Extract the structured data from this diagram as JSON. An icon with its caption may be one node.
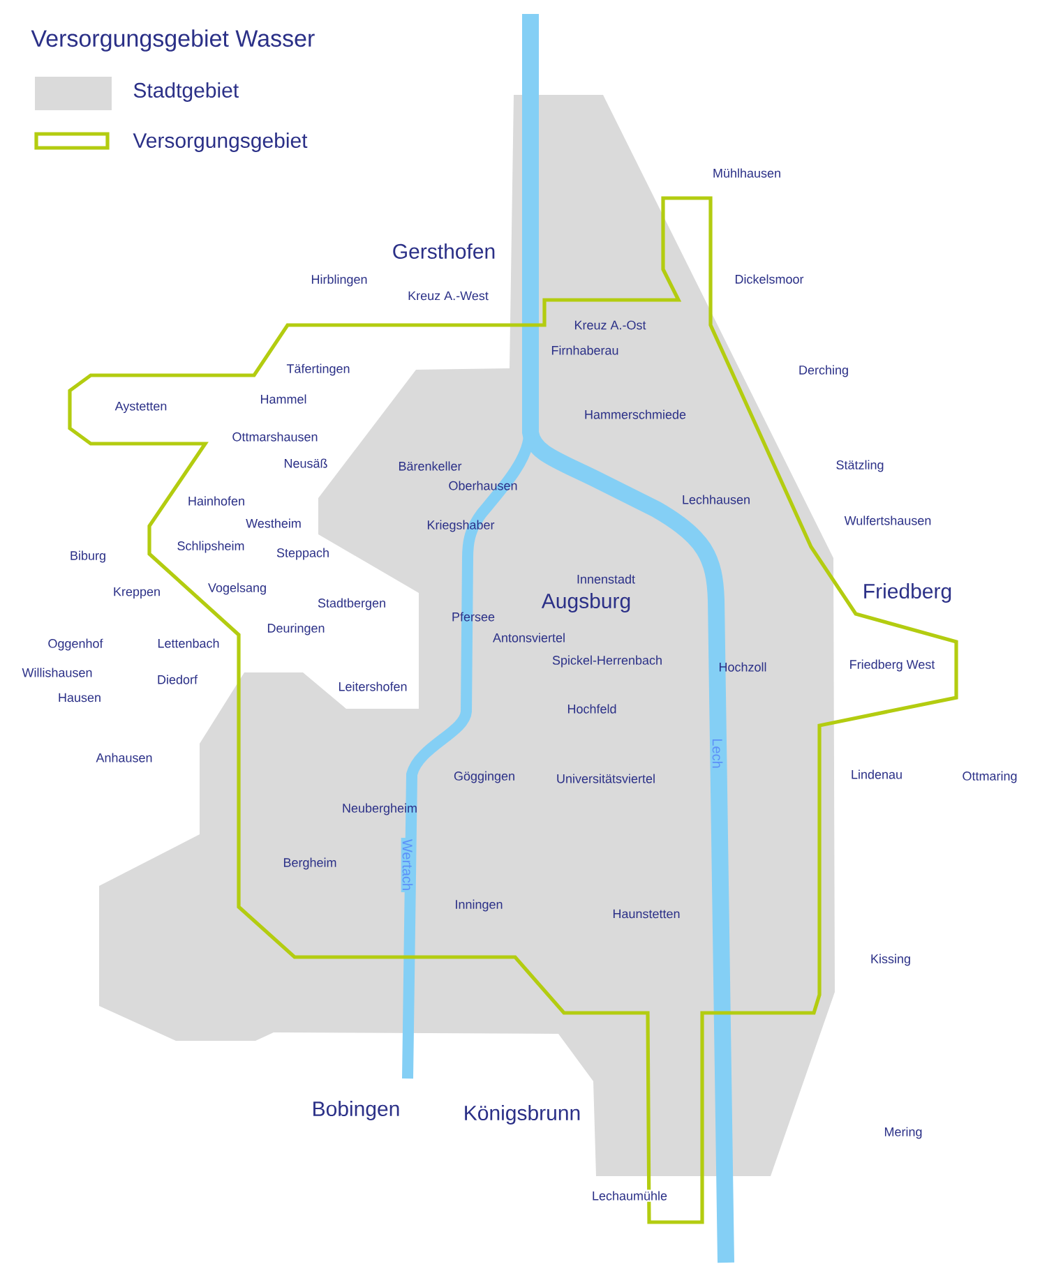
{
  "diagram": {
    "title": "Versorgungsgebiet Wasser",
    "labels": [
      "Gersthofen",
      "Hirblingen",
      "Kreuz A.-West",
      "Mühlhausen",
      "Dickelsmoor",
      "Kreuz A.-Ost",
      "Firnhaberau",
      "Täfertingen",
      "Derching",
      "Hammel",
      "Aystetten",
      "Hammerschmiede",
      "Ottmarshausen",
      "Neusäß",
      "Bärenkeller",
      "Stätzling",
      "Oberhausen",
      "Hainhofen",
      "Lechhausen",
      "Westheim",
      "Wulfertshausen",
      "Kriegshaber",
      "Biburg",
      "Schlipsheim",
      "Steppach",
      "Innenstadt",
      "Kreppen",
      "Vogelsang",
      "Friedberg",
      "Augsburg",
      "Stadtbergen",
      "Pfersee",
      "Deuringen",
      "Antonsviertel",
      "Oggenhof",
      "Lettenbach",
      "Spickel-Herrenbach",
      "Hochzoll",
      "Friedberg West",
      "Willishausen",
      "Diedorf",
      "Hausen",
      "Leitershofen",
      "Hochfeld",
      "Lech",
      "Anhausen",
      "Göggingen",
      "Universitätsviertel",
      "Lindenau",
      "Ottmaring",
      "Neubergheim",
      "Bergheim",
      "Wertach",
      "Inningen",
      "Haunstetten",
      "Kissing",
      "Bobingen",
      "Königsbrunn",
      "Mering",
      "Lechaumühle"
    ],
    "legend": [
      {
        "text": "Stadtgebiet",
        "color": "#dadada"
      },
      {
        "text": "Versorgungsgebiet"
      }
    ]
  }
}
